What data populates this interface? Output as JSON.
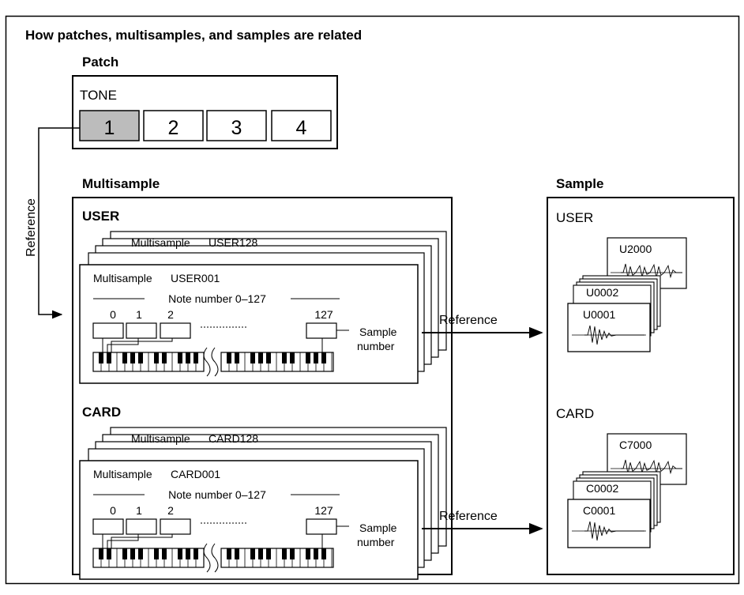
{
  "title": "How patches, multisamples, and samples are related",
  "patch": {
    "heading": "Patch",
    "tone_label": "TONE",
    "tones": [
      "1",
      "2",
      "3",
      "4"
    ],
    "highlight_color": "#bcbcbc"
  },
  "side_reference_label": "Reference",
  "multisample": {
    "heading": "Multisample",
    "groups": [
      {
        "label": "USER",
        "back_card": "Multisample      USER128",
        "front_card": "Multisample      USER001",
        "note_range": "Note number 0–127",
        "key_labels": [
          "0",
          "1",
          "2",
          "127"
        ],
        "sample_number_line1": "Sample",
        "sample_number_line2": "number",
        "reference_label": "Reference"
      },
      {
        "label": "CARD",
        "back_card": "Multisample      CARD128",
        "front_card": "Multisample      CARD001",
        "note_range": "Note number 0–127",
        "key_labels": [
          "0",
          "1",
          "2",
          "127"
        ],
        "sample_number_line1": "Sample",
        "sample_number_line2": "number",
        "reference_label": "Reference"
      }
    ]
  },
  "sample": {
    "heading": "Sample",
    "groups": [
      {
        "label": "USER",
        "cards": [
          "U2000",
          "U0002",
          "U0001"
        ]
      },
      {
        "label": "CARD",
        "cards": [
          "C7000",
          "C0002",
          "C0001"
        ]
      }
    ]
  }
}
